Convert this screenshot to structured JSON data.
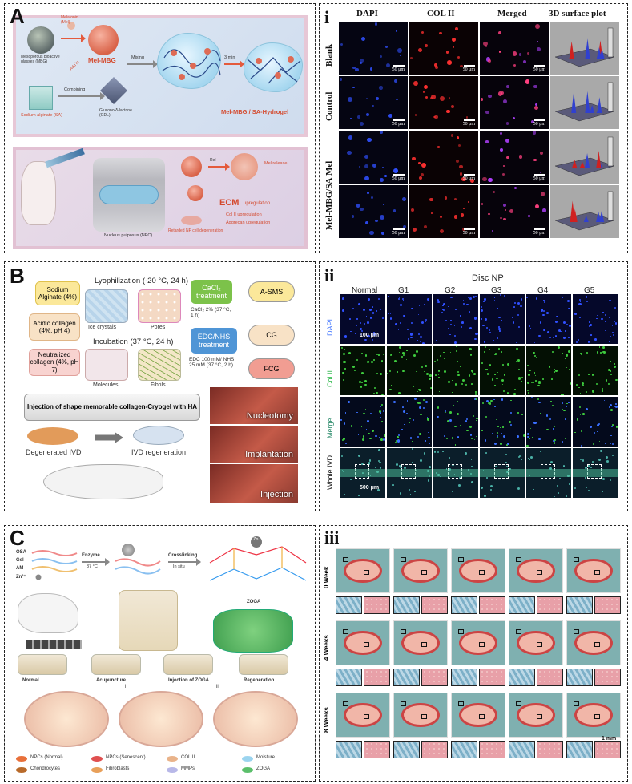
{
  "panels": {
    "A": {
      "label": "A",
      "top": {
        "melatonin": "Melatonin (Mel)",
        "mbg": "Mesoporous bioactive glasses (MBG)",
        "add_in": "Add in",
        "mel_mbg": "Mel-MBG",
        "combining": "Combining",
        "mixing": "Mixing",
        "three_min": "3 min",
        "sa": "Sodium alginate (SA)",
        "gdl": "Glucono-δ-lactone (GDL)",
        "hydrogel": "Mel-MBG / SA-Hydrogel"
      },
      "bottom": {
        "npc": "Nucleus pulposus (NPC)",
        "ecm": "ECM",
        "ecm_up": "upregulation",
        "col_up": "Col II upregulation",
        "agg_up": "Aggrecan upregulation",
        "retarded": "Retarded NP cell degeneration",
        "release": "Mel release",
        "rel": "Rel"
      }
    },
    "i": {
      "label": "i",
      "columns": [
        "DAPI",
        "COL II",
        "Merged",
        "3D surface plot"
      ],
      "rows": [
        "Blank",
        "Control",
        "Mel",
        "Mel-MBG/SA"
      ],
      "scale": "50 μm"
    },
    "B": {
      "label": "B",
      "inputs": [
        "Sodium Alginate (4%)",
        "Acidic collagen (4%, pH 4)",
        "Neutralized collagen (4%, pH 7)"
      ],
      "lyophilization": "Lyophilization (-20 °C, 24 h)",
      "incubation": "Incubation (37 °C, 24 h)",
      "ice": "Ice crystals",
      "pores": "Pores",
      "molecules": "Molecules",
      "fibrils": "Fibrils",
      "cacl2": "CaCl₂ treatment",
      "cacl2_cond": "CaCl₂ 2% (37 °C, 1 h)",
      "edc": "EDC/NHS treatment",
      "edc_cond": "EDC 100 mM/ NHS 25 mM (37 °C, 2 h)",
      "products": [
        "A-SMS",
        "CG",
        "FCG"
      ],
      "injection": "Injection of shape memorable collagen-Cryogel with HA",
      "degenerated": "Degenerated IVD",
      "regeneration": "IVD regeneration",
      "photos": [
        "Nucleotomy",
        "Implantation",
        "Injection"
      ]
    },
    "ii": {
      "label": "ii",
      "title": "Disc NP",
      "columns": [
        "Normal",
        "G1",
        "G2",
        "G3",
        "G4",
        "G5"
      ],
      "rows": [
        "DAPI",
        "Col II",
        "Merge",
        "Whole IVD"
      ],
      "scale1": "100 μm",
      "scale2": "500 μm"
    },
    "C": {
      "label": "C",
      "legend_left": [
        "OSA",
        "Gel",
        "AM",
        "Zn²⁺"
      ],
      "enzyme": "Enzyme",
      "enzyme_temp": "37 °C",
      "crosslinking": "Crosslinking",
      "in_situ": "In situ",
      "zoga": "ZOGA",
      "zn": "Zn",
      "stages": [
        "Normal",
        "Acupuncture",
        "Injection of ZOGA",
        "Regeneration"
      ],
      "stage_marks": [
        "i",
        "ii"
      ],
      "legend": [
        "NPCs (Normal)",
        "NPCs (Senescent)",
        "COL II",
        "Moisture",
        "Chondrocytes",
        "Fibroblasts",
        "MMPs",
        "ZOGA"
      ]
    },
    "iii": {
      "label": "iii",
      "rows": [
        "0 Week",
        "4 Weeks",
        "8 Weeks"
      ],
      "scale": "1 mm"
    }
  },
  "colors": {
    "accent_red": "#e45a3c",
    "hydrogel_blue": "#a4d6ef",
    "dapi_blue": "#3050ff",
    "col_green": "#3ecb3e",
    "col_red": "#ff3030"
  }
}
